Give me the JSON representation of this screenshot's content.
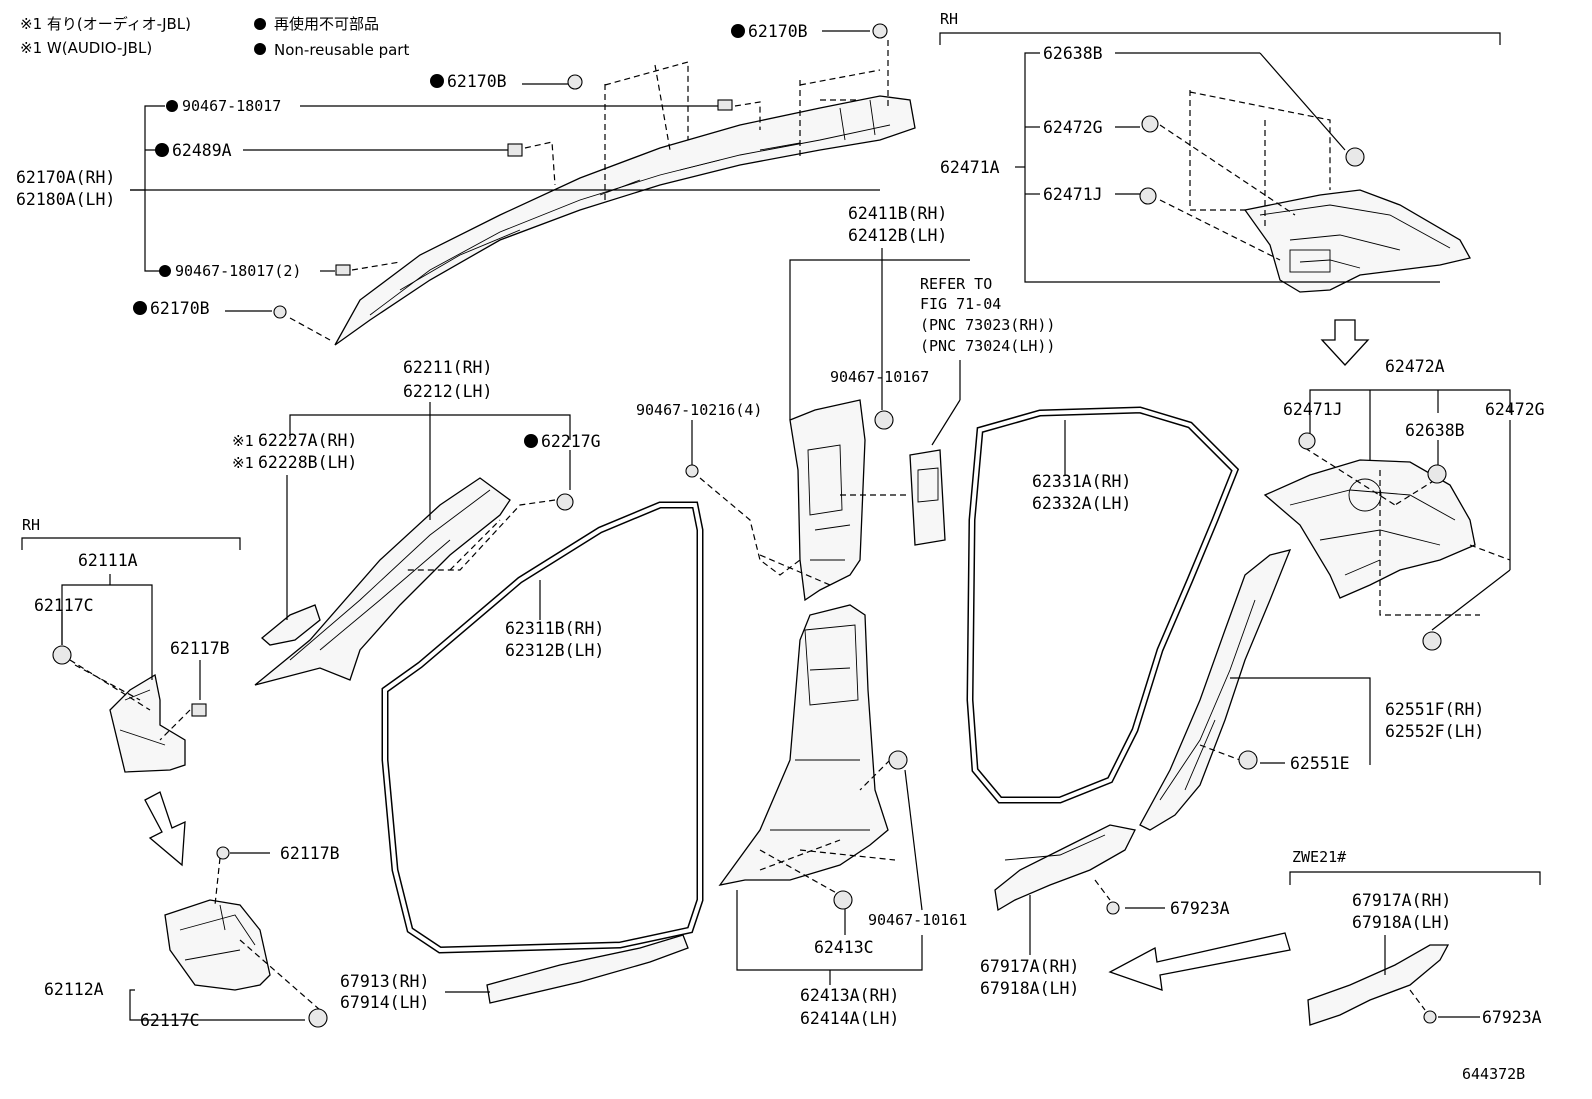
{
  "notes": {
    "jp_line": "※1 有り(オーディオ-JBL)",
    "en_line": "※1 W(AUDIO-JBL)",
    "jp_nonreusable": "再使用不可部品",
    "en_nonreusable": "Non-reusable part"
  },
  "group_labels": {
    "rh_top": "RH",
    "rh_left": "RH",
    "zwe": "ZWE21#"
  },
  "parts": {
    "p62170B_top": "62170B",
    "p62170B_mid": "62170B",
    "p62170B_low": "62170B",
    "p90467_18017": "90467-18017",
    "p62489A": "62489A",
    "p62170A": "62170A(RH)",
    "p62180A": "62180A(LH)",
    "p90467_18017_2": "90467-18017(2)",
    "p62638B_top": "62638B",
    "p62472G_top": "62472G",
    "p62471A": "62471A",
    "p62471J_top": "62471J",
    "p62411B": "62411B(RH)",
    "p62412B": "62412B(LH)",
    "refer1": "REFER TO",
    "refer2": "FIG 71-04",
    "refer3": "(PNC 73023(RH))",
    "refer4": "(PNC 73024(LH))",
    "p90467_10167": "90467-10167",
    "p90467_10216": "90467-10216(4)",
    "p62211": "62211(RH)",
    "p62212": "62212(LH)",
    "p62227A": "62227A(RH)",
    "p62228B": "62228B(LH)",
    "ref_mark": "※1",
    "p62217G": "62217G",
    "p62472A": "62472A",
    "p62471J_mid": "62471J",
    "p62638B_mid": "62638B",
    "p62472G_mid": "62472G",
    "p62331A": "62331A(RH)",
    "p62332A": "62332A(LH)",
    "p62111A": "62111A",
    "p62117C_top": "62117C",
    "p62117B_top": "62117B",
    "p62311B": "62311B(RH)",
    "p62312B": "62312B(LH)",
    "p62551F": "62551F(RH)",
    "p62552F": "62552F(LH)",
    "p62551E": "62551E",
    "p62117B_low": "62117B",
    "p90467_10161": "90467-10161",
    "p62413C": "62413C",
    "p67923A_mid": "67923A",
    "p67917A_right": "67917A(RH)",
    "p67918A_right": "67918A(LH)",
    "p67917A_mid": "67917A(RH)",
    "p67918A_mid": "67918A(LH)",
    "p62112A": "62112A",
    "p62117C_low": "62117C",
    "p67913": "67913(RH)",
    "p67914": "67914(LH)",
    "p62413A": "62413A(RH)",
    "p62414A": "62414A(LH)",
    "p67923A_low": "67923A",
    "figure_id": "644372B"
  }
}
